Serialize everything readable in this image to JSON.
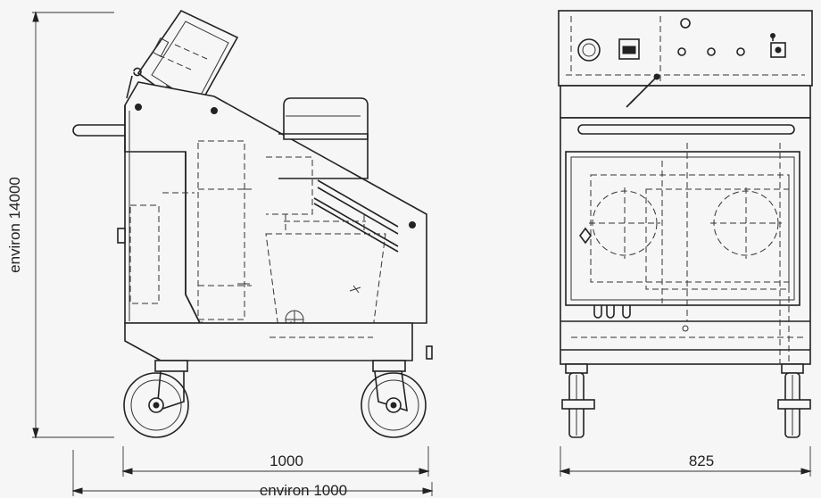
{
  "dimensions": {
    "side_width_label": "1000",
    "side_overall_label": "environ 1000",
    "height_label": "environ 14000",
    "front_width_label": "825"
  },
  "colors": {
    "line": "#222222",
    "background": "#f6f6f6"
  }
}
